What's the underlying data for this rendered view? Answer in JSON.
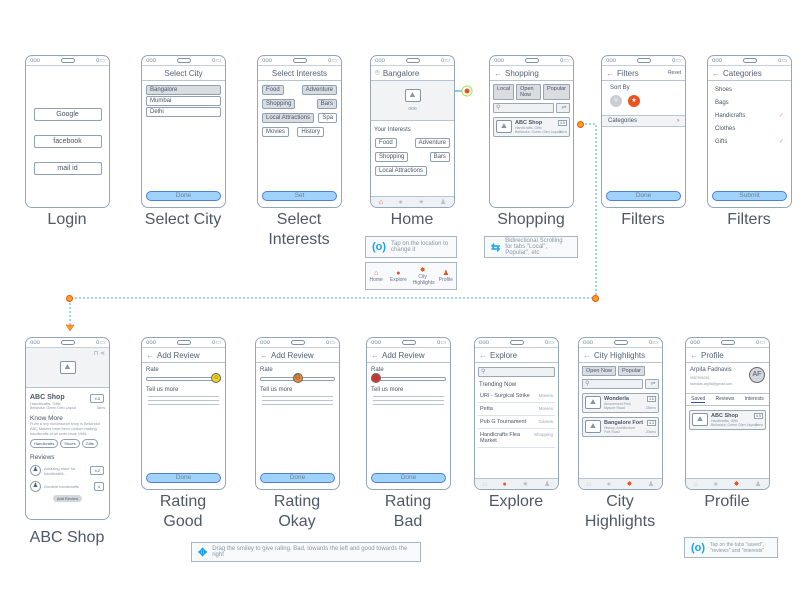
{
  "status": {
    "left": "ooo",
    "right": "o▭"
  },
  "login": {
    "buttons": [
      "Google",
      "facebook",
      "mail id"
    ],
    "caption": "Login"
  },
  "select_city": {
    "title": "Select City",
    "cities": [
      "Bangalore",
      "Mumbai",
      "Delhi"
    ],
    "done": "Done",
    "caption": "Select City"
  },
  "select_interests": {
    "title": "Select Interests",
    "items": [
      "Food",
      "Adventure",
      "Shopping",
      "Bars",
      "Local Attractions",
      "Spa",
      "Movies",
      "History"
    ],
    "set": "Set",
    "caption": "Select\nInterests"
  },
  "home": {
    "title": "Bangalore",
    "dots": "ooo",
    "your_interests": "Your Interests",
    "items": [
      "Food",
      "Adventure",
      "Shopping",
      "Bars",
      "Local Attractions"
    ],
    "caption": "Home"
  },
  "home_note": {
    "text": "Tap on the location to change it",
    "tabs": [
      "Home",
      "Explore",
      "City Highlights",
      "Profile"
    ]
  },
  "shopping": {
    "title": "Shopping",
    "filters": [
      "Local",
      "Open Now",
      "Popular"
    ],
    "card": {
      "name": "ABC Shop",
      "sub": "Handicrafts, Gifts",
      "addr": "Bellandur, Green Glen Layout",
      "rating": "4.5",
      "distance": "3kms"
    },
    "caption": "Shopping"
  },
  "shopping_note": "Bidirectional Scrolling for tabs \"Local\", Popular\", etc",
  "filters": {
    "title": "Filters",
    "reset": "Reset",
    "sort_by": "Sort By",
    "categories": "Categories",
    "done": "Done",
    "caption": "Filters"
  },
  "categories": {
    "title": "Categories",
    "items": [
      "Shoes",
      "Bags",
      "Handicrafts",
      "Clothes",
      "Gifts"
    ],
    "checked": [
      "Handicrafts",
      "Gifts"
    ],
    "submit": "Submit",
    "caption": "Filters"
  },
  "abc_shop": {
    "name": "ABC Shop",
    "sub": "Handicrafts, Gifts",
    "addr": "Bellandur, Green Glen Layout",
    "rating": "4.5",
    "distance": "3kms",
    "know_more": "Know More",
    "desc": "From a tiny nondescript shop in Bellandur ABC Makers have been custom making handicrafts of all sorts since 1965.",
    "tags": [
      "Handicrafts",
      "Shoes",
      "Gifts"
    ],
    "reviews_title": "Reviews",
    "reviews": [
      {
        "text": "Amazing store for handicrafts.",
        "rating": "4.2"
      },
      {
        "text": "Durable handicrafts",
        "rating": "4"
      }
    ],
    "add_review": "Add Review",
    "caption": "ABC Shop"
  },
  "review": {
    "title": "Add Review",
    "rate": "Rate",
    "tell": "Tell us more",
    "done": "Done"
  },
  "ratings": [
    {
      "caption": "Rating\nGood",
      "value": 0.95,
      "color": "#f3d21c",
      "face": "☺"
    },
    {
      "caption": "Rating\nOkay",
      "value": 0.5,
      "color": "#f28a2a",
      "face": "☹"
    },
    {
      "caption": "Rating\nBad",
      "value": 0.05,
      "color": "#e8302a",
      "face": "☹"
    }
  ],
  "rating_note": "Drag the smiley to give rating. Bad, towards the left and good towards the right",
  "explore": {
    "title": "Explore",
    "trending": "Trending Now",
    "rows": [
      [
        "URI - Surgical Strike",
        "Movies"
      ],
      [
        "Petta",
        "Movies"
      ],
      [
        "Pub G Tournament",
        "Games"
      ],
      [
        "Handicrafts Flea Market",
        "Shopping"
      ]
    ],
    "caption": "Explore"
  },
  "city": {
    "title": "City Highlights",
    "filters": [
      "Open Now",
      "Popular"
    ],
    "cards": [
      {
        "name": "Wonderla",
        "sub": "Amusement Park",
        "addr": "Mysore Road",
        "rating": "4.6",
        "distance": "28kms"
      },
      {
        "name": "Bangalore Fort",
        "sub": "History, Architecture",
        "addr": "Fort Road",
        "rating": "4.3",
        "distance": "20kms"
      }
    ],
    "caption": "City\nHighlights"
  },
  "profile": {
    "title": "Profile",
    "name": "Arpita Fadnavis",
    "phone": "9087909263",
    "email": "fadnavis.arpita@gmail.com",
    "initials": "AF",
    "tabs": [
      "Saved",
      "Reviews",
      "Interests"
    ],
    "card": {
      "name": "ABC Shop",
      "sub": "Handicrafts, Gifts",
      "addr": "Bellandur, Green Glen Layout",
      "rating": "4.5",
      "distance": "3kms"
    },
    "caption": "Profile"
  },
  "profile_note": "Tap on the tabs \"saved\", \"reviews\" and \"interests\"",
  "colors": {
    "accent": "#e8531f",
    "button": "#9fd3fb",
    "note_icon": "#1aa3e8",
    "frame": "#93a6ba"
  }
}
